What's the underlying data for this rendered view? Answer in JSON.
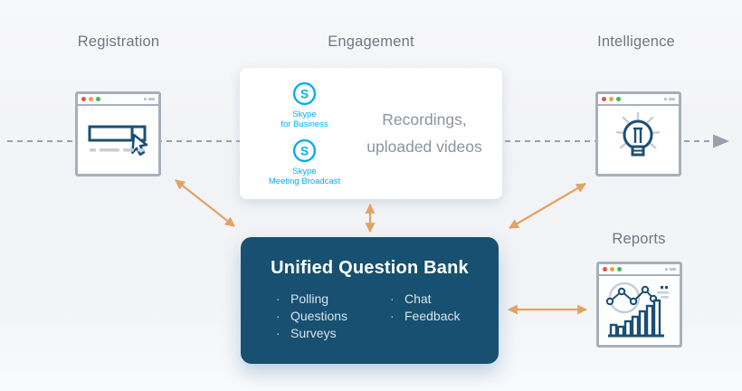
{
  "labels": {
    "registration": "Registration",
    "engagement": "Engagement",
    "intelligence": "Intelligence",
    "reports": "Reports"
  },
  "engagement_card": {
    "skype_logo_letter": "S",
    "skype_for_business": {
      "line1": "Skype",
      "line2": "for Business"
    },
    "skype_meeting_broadcast": {
      "line1": "Skype",
      "line2": "Meeting Broadcast"
    },
    "description_line1": "Recordings,",
    "description_line2": "uploaded videos"
  },
  "question_bank": {
    "title": "Unified Question Bank",
    "bullet": "·",
    "items_left": [
      "Polling",
      "Questions",
      "Surveys"
    ],
    "items_right": [
      "Chat",
      "Feedback"
    ]
  },
  "colors": {
    "accent_orange": "#e2a263",
    "navy": "#1b4f72",
    "skype_blue": "#00aff0",
    "question_bank_bg": "#175070",
    "flow_line_gray": "#99a1ab",
    "label_gray": "#6e7781"
  }
}
